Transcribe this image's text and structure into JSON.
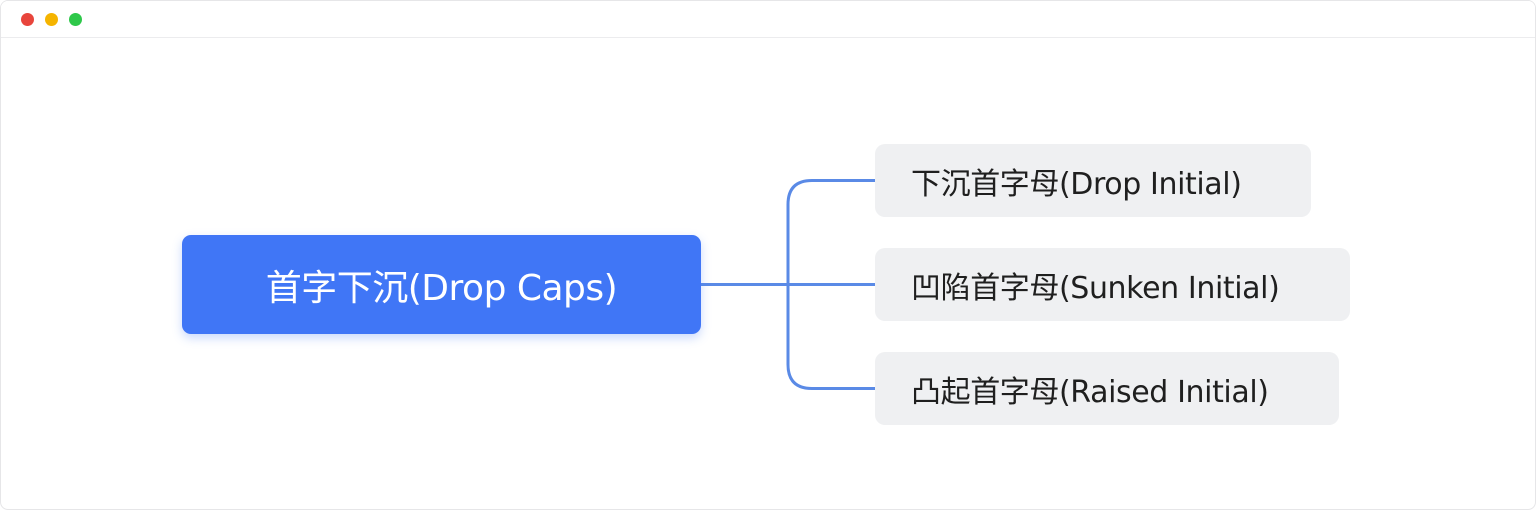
{
  "colors": {
    "window_dot_red": "#e8453c",
    "window_dot_yellow": "#f5b400",
    "window_dot_green": "#2ec84a",
    "root_fill": "#4076f6",
    "root_text": "#ffffff",
    "child_fill": "#eff0f2",
    "child_text": "#1f1f1f",
    "connector": "#5a8ae6"
  },
  "mindmap": {
    "root": {
      "label": "首字下沉(Drop Caps)"
    },
    "children": [
      {
        "label": "下沉首字母(Drop Initial)"
      },
      {
        "label": "凹陷首字母(Sunken Initial)"
      },
      {
        "label": "凸起首字母(Raised Initial)"
      }
    ]
  }
}
